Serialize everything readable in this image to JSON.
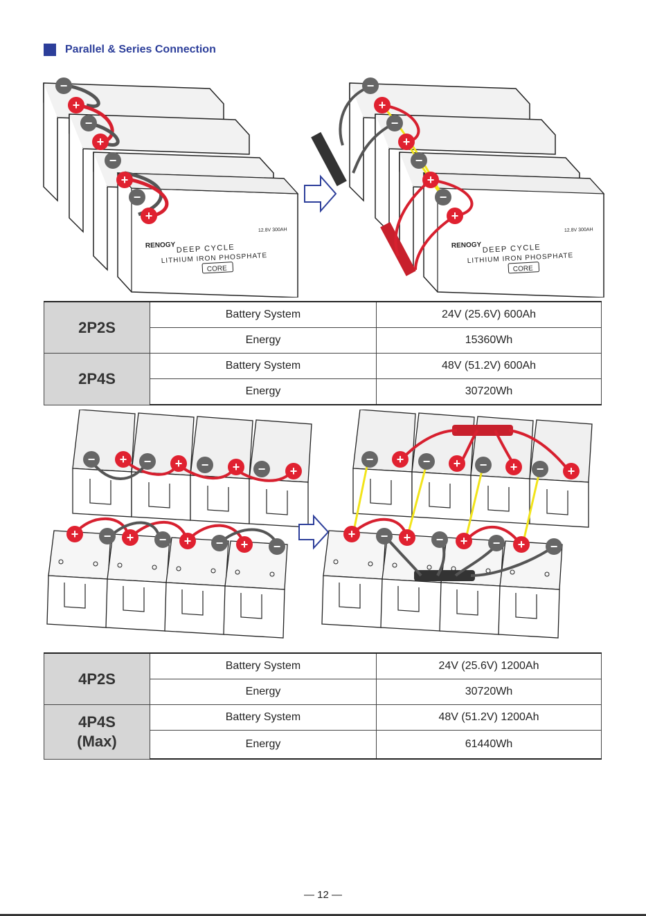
{
  "section": {
    "title": "Parallel & Series Connection"
  },
  "battery_label": {
    "brand": "RENOGY",
    "line1": "DEEP CYCLE",
    "line2": "LITHIUM IRON PHOSPHATE",
    "model": "CORE",
    "rating": "12.8V 300AH"
  },
  "table1": {
    "rows": [
      {
        "config": "2P2S",
        "system_label": "Battery System",
        "system_value": "24V (25.6V) 600Ah",
        "energy_label": "Energy",
        "energy_value": "15360Wh"
      },
      {
        "config": "2P4S",
        "system_label": "Battery System",
        "system_value": "48V (51.2V) 600Ah",
        "energy_label": "Energy",
        "energy_value": "30720Wh"
      }
    ]
  },
  "table2": {
    "rows": [
      {
        "config": "4P2S",
        "config_sub": "",
        "system_label": "Battery System",
        "system_value": "24V (25.6V) 1200Ah",
        "energy_label": "Energy",
        "energy_value": "30720Wh"
      },
      {
        "config": "4P4S",
        "config_sub": "(Max)",
        "system_label": "Battery System",
        "system_value": "48V (51.2V) 1200Ah",
        "energy_label": "Energy",
        "energy_value": "61440Wh"
      }
    ]
  },
  "colors": {
    "accent": "#2c3e9a",
    "positive": "#e02130",
    "negative": "#666666",
    "bridge": "#f2e41a",
    "arrow": "#2c3e9a"
  },
  "icons": {
    "plus": "+",
    "minus": "−"
  },
  "footer": {
    "page_number": "— 12 —"
  }
}
